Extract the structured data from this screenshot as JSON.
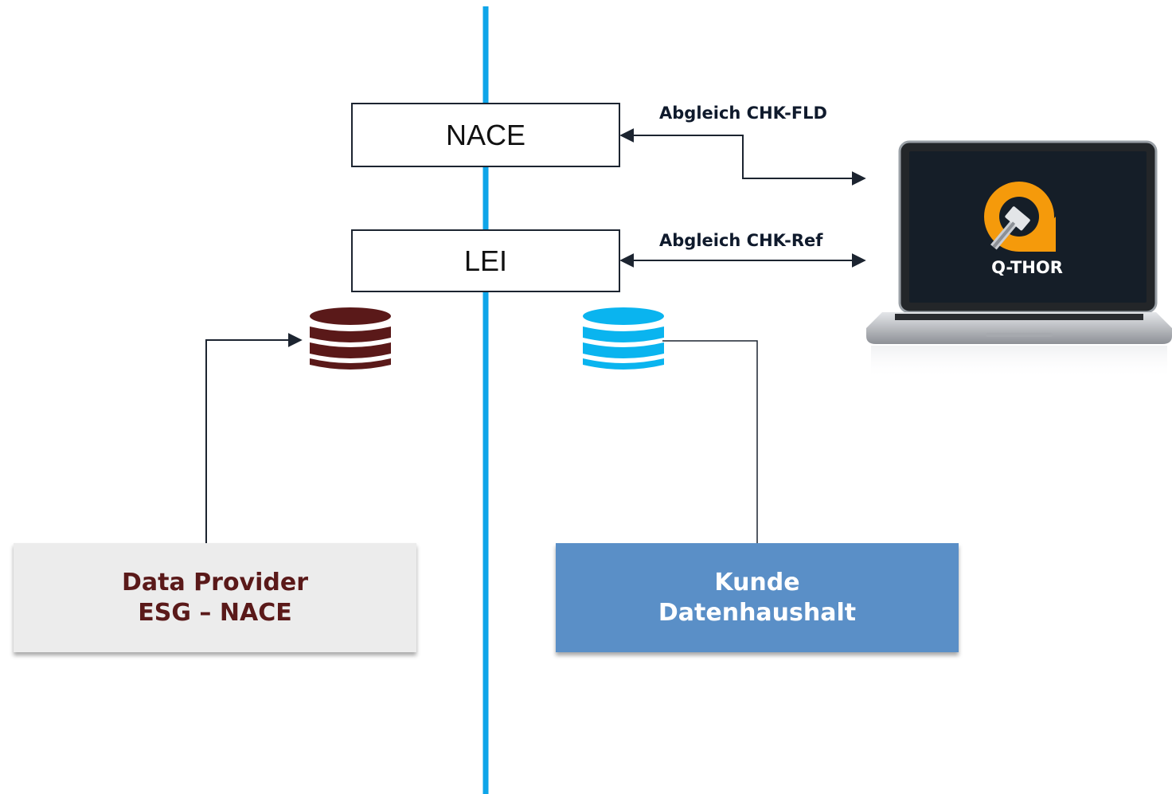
{
  "identifiers": {
    "nace": "NACE",
    "lei": "LEI"
  },
  "flows": {
    "nace_label": "Abgleich CHK-FLD",
    "lei_label": "Abgleich CHK-Ref"
  },
  "sources": {
    "provider_line1": "Data Provider",
    "provider_line2": "ESG – NACE",
    "customer_line1": "Kunde",
    "customer_line2": "Datenhaushalt"
  },
  "tool": {
    "brand": "Q-THOR",
    "icon": "laptop-icon"
  },
  "colors": {
    "divider": "#0ea5e9",
    "provider_db": "#5a1919",
    "customer_db": "#0ab4ef",
    "customer_box": "#5a8fc7",
    "provider_box": "#ececec",
    "logo_orange": "#f59a0b"
  }
}
